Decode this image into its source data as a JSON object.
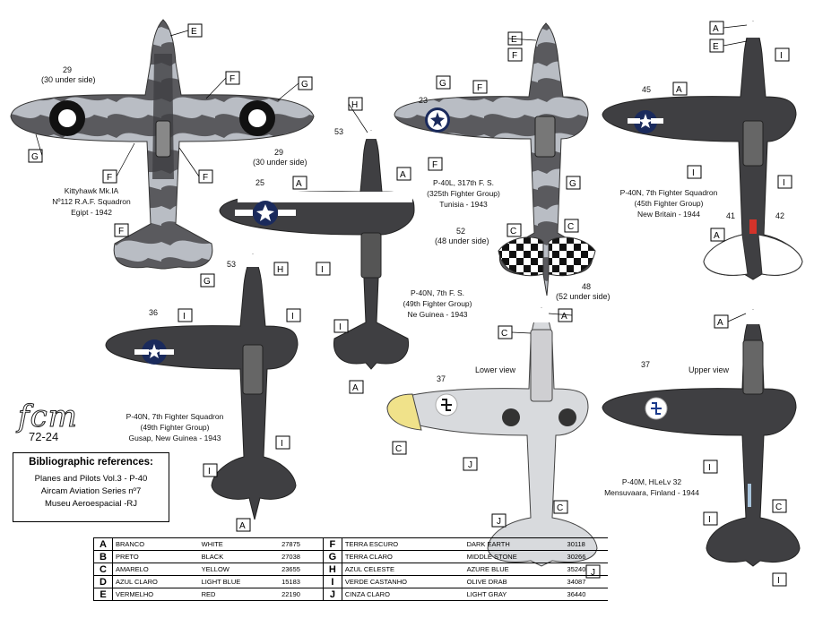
{
  "brand": {
    "logo_text": "fcm",
    "sheet": "72-24"
  },
  "bibliography": {
    "title": "Bibliographic references:",
    "lines": [
      "Planes and Pilots Vol.3 - P-40",
      "Aircam Aviation Series nº7",
      "Museu Aeroespacial -RJ"
    ]
  },
  "colors": {
    "A": "#ffffff",
    "B": "#111111",
    "C": "#f0e28a",
    "D": "#c8dcee",
    "E": "#d4332a",
    "F": "#5a5a5e",
    "G": "#b9bdc4",
    "H": "#a8c4dc",
    "I": "#3f3f42",
    "J": "#d8dadd"
  },
  "legend": [
    {
      "key": "A",
      "pt": "BRANCO",
      "en": "WHITE",
      "fs": "27875",
      "key2": "F",
      "pt2": "TERRA ESCURO",
      "en2": "DARK EARTH",
      "fs2": "30118"
    },
    {
      "key": "B",
      "pt": "PRETO",
      "en": "BLACK",
      "fs": "27038",
      "key2": "G",
      "pt2": "TERRA CLARO",
      "en2": "MIDDLE STONE",
      "fs2": "30266"
    },
    {
      "key": "C",
      "pt": "AMARELO",
      "en": "YELLOW",
      "fs": "23655",
      "key2": "H",
      "pt2": "AZUL CELESTE",
      "en2": "AZURE BLUE",
      "fs2": "35240"
    },
    {
      "key": "D",
      "pt": "AZUL CLARO",
      "en": "LIGHT BLUE",
      "fs": "15183",
      "key2": "I",
      "pt2": "VERDE CASTANHO",
      "en2": "OLIVE DRAB",
      "fs2": "34087"
    },
    {
      "key": "E",
      "pt": "VERMELHO",
      "en": "RED",
      "fs": "22190",
      "key2": "J",
      "pt2": "CINZA CLARO",
      "en2": "LIGHT GRAY",
      "fs2": "36440"
    }
  ],
  "captions": {
    "kittyhawk": [
      "Kittyhawk Mk.IA",
      "Nº112 R.A.F. Squadron",
      "Egipt  - 1942"
    ],
    "p40l": [
      "P-40L, 317th F. S.",
      "(325th Fighter Group)",
      "Tunisia  - 1943"
    ],
    "p40n_49fg": [
      "P-40N, 7th F. S.",
      "(49th Fighter Group)",
      "Ne Guinea  - 1943"
    ],
    "p40n_45fg": [
      "P-40N, 7th Fighter Squadron",
      "(45th Fighter Group)",
      "New Britain  - 1944"
    ],
    "p40n_gusap": [
      "P-40N, 7th Fighter Squadron",
      "(49th Fighter Group)",
      "Gusap, New Guinea  - 1943"
    ],
    "p40m": [
      "P-40M, HLeLv 32",
      "Mensuvaara, Finland  - 1944"
    ]
  },
  "views": {
    "lower": "Lower view",
    "upper": "Upper view"
  },
  "numbers": {
    "n29": "29",
    "n29_under": "(30 under side)",
    "n29b": "29",
    "n29b_under": "(30 under side)",
    "n23": "23",
    "n25": "25",
    "n53a": "53",
    "n53b": "53",
    "n52": "52",
    "n52_under": "(48 under side)",
    "n48": "48",
    "n48_under": "(52 under side)",
    "n45": "45",
    "n41": "41",
    "n42": "42",
    "n36": "36",
    "n37a": "37",
    "n37b": "37"
  }
}
